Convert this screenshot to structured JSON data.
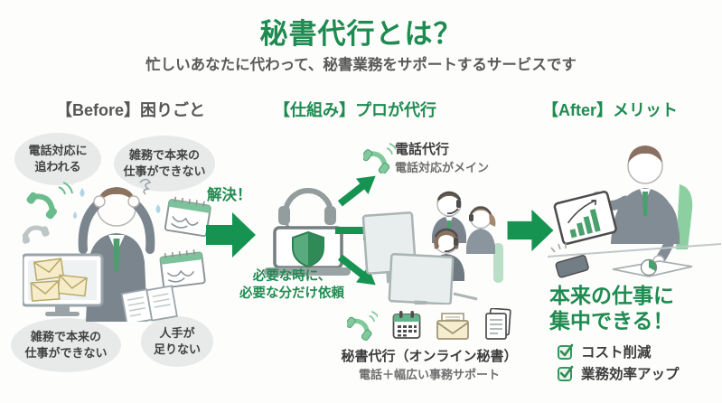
{
  "colors": {
    "brand_green": "#1e8b50",
    "arrow_green": "#169351",
    "illustration_green": "#49a06c",
    "dark_text": "#3c3c3c",
    "gray_text": "#6e6e6e",
    "heading_gray": "#565656",
    "bubble_bg": "#e8eaea"
  },
  "header": {
    "title": "秘書代行とは？",
    "subtitle": "忙しいあなたに代わって、秘書業務をサポートするサービスです"
  },
  "sections": {
    "before": {
      "heading": "【Before】困りごと",
      "bubbles": [
        "電話対応に\n追われる",
        "雑務で本来の\n仕事ができない",
        "雑務で本来の\n仕事ができない",
        "人手が\n足りない"
      ]
    },
    "process": {
      "heading": "【仕組み】プロが代行",
      "solve_label": "解決！",
      "request_note": "必要な時に、\n必要な分だけ依頼",
      "phone_service": {
        "title": "電話代行",
        "desc": "電話対応がメイン"
      },
      "secretary_service": {
        "title": "秘書代行（オンライン秘書）",
        "desc": "電話＋幅広い事務サポート"
      }
    },
    "after": {
      "heading": "【After】メリット",
      "benefit": "本来の仕事に\n集中できる！",
      "checklist": [
        "コスト削減",
        "業務効率アップ"
      ]
    }
  },
  "icons": {
    "phone": "phone-handset-icon",
    "headset": "headset-icon",
    "shield": "shield-icon",
    "calendar": "calendar-icon",
    "mail": "envelope-icon",
    "documents": "documents-icon",
    "checkbox": "checked-checkbox-icon",
    "arrow": "right-arrow-icon"
  }
}
